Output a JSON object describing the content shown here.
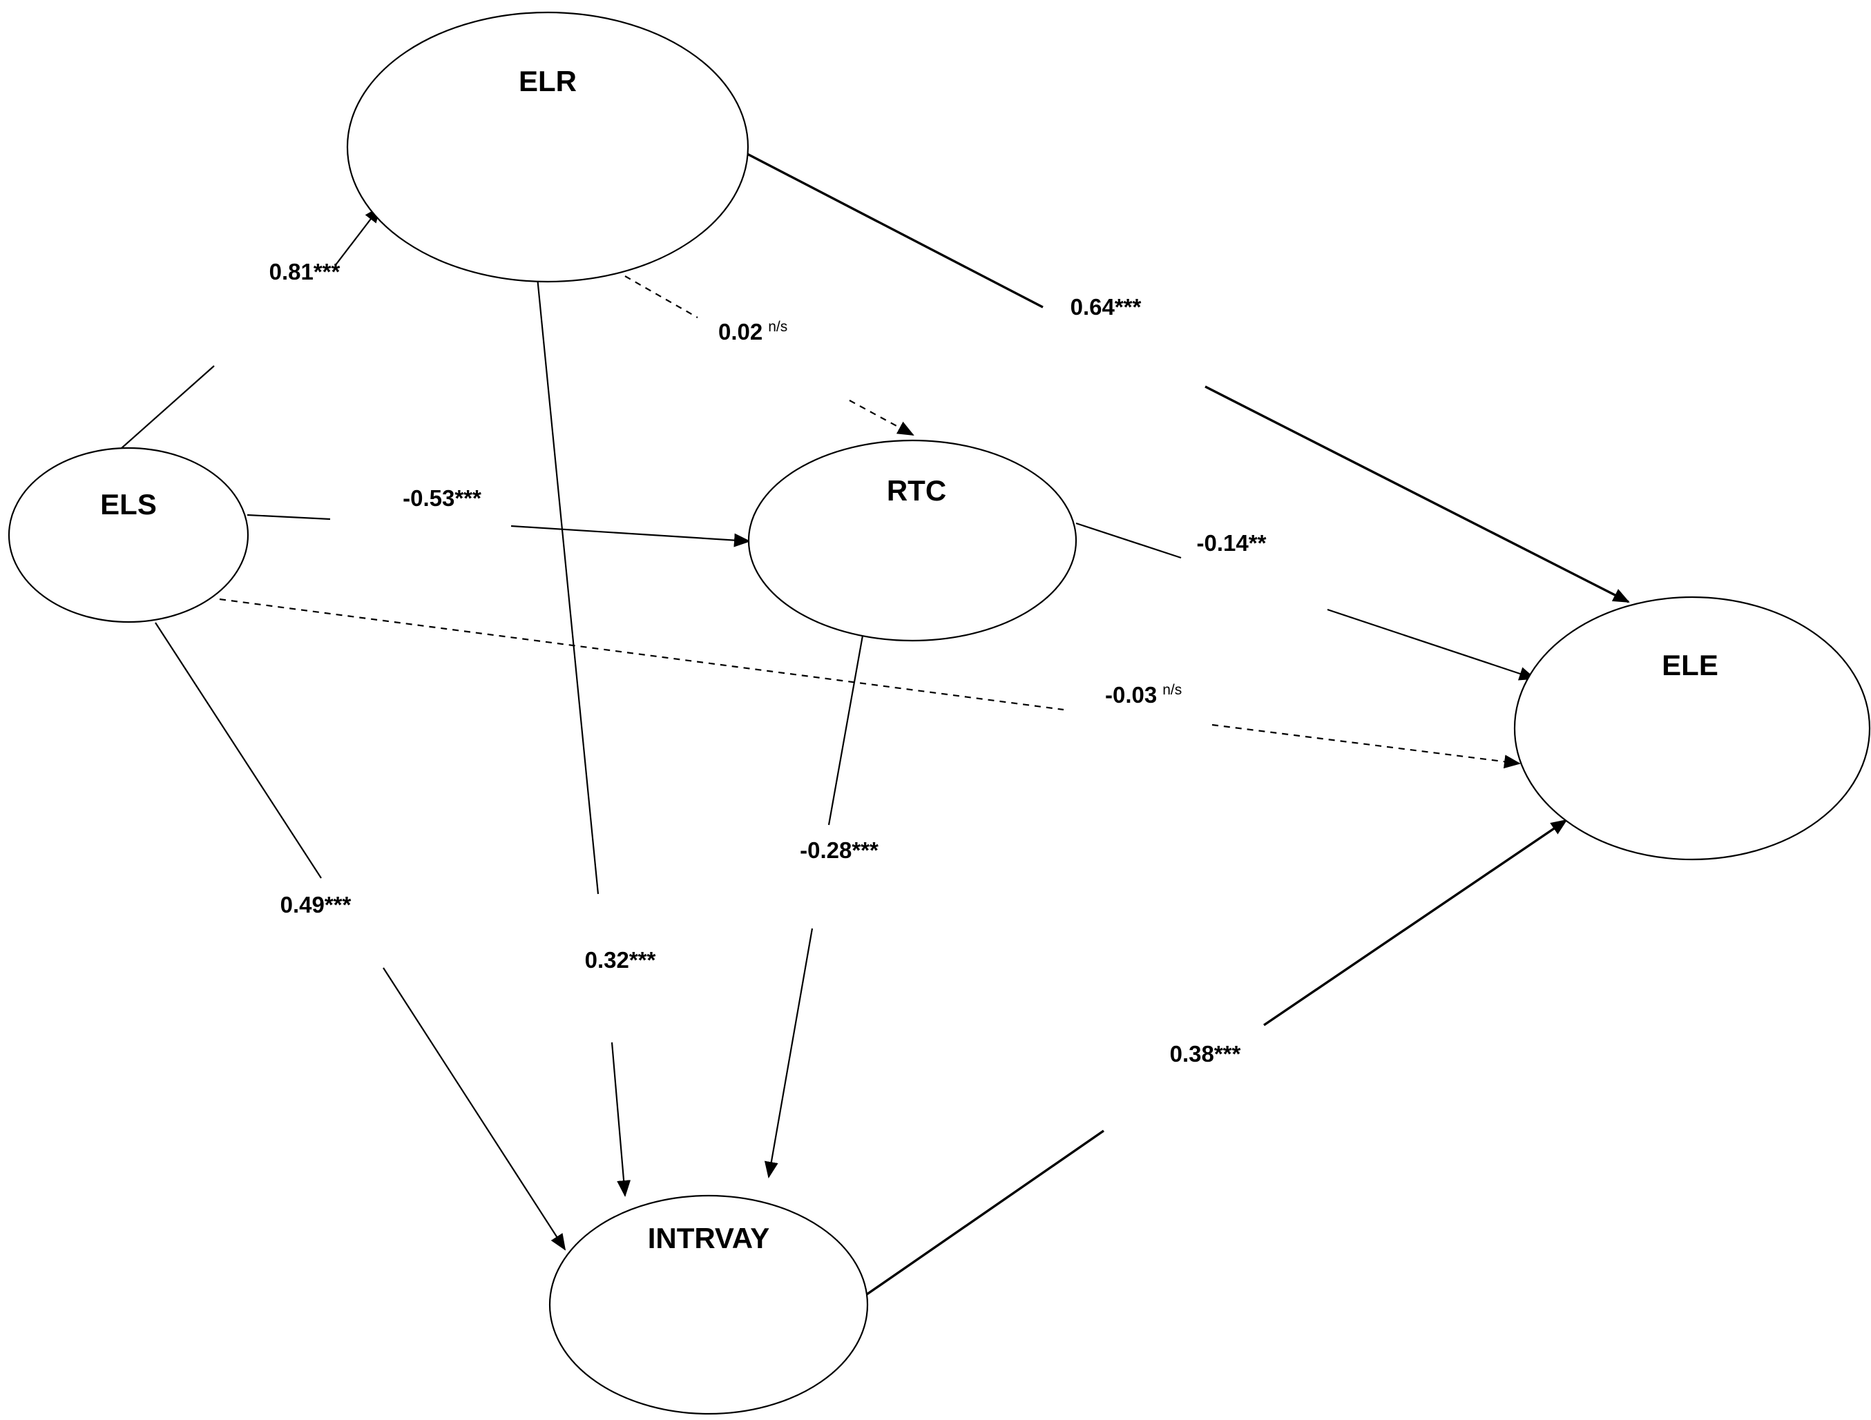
{
  "nodes": [
    {
      "id": "ELR",
      "label": "ELR"
    },
    {
      "id": "ELS",
      "label": "ELS"
    },
    {
      "id": "RTC",
      "label": "RTC"
    },
    {
      "id": "ELE",
      "label": "ELE"
    },
    {
      "id": "INTRVAY",
      "label": "INTRVAY"
    }
  ],
  "paths": [
    {
      "id": "els-elr",
      "from": "ELS",
      "to": "ELR",
      "coefficient": "0.81",
      "significance": "***",
      "style": "solid"
    },
    {
      "id": "elr-rtc",
      "from": "ELR",
      "to": "RTC",
      "coefficient": "0.02",
      "significance": "n/s",
      "style": "dashed"
    },
    {
      "id": "elr-ele",
      "from": "ELR",
      "to": "ELE",
      "coefficient": "0.64",
      "significance": "***",
      "style": "solid"
    },
    {
      "id": "els-rtc",
      "from": "ELS",
      "to": "RTC",
      "coefficient": "-0.53",
      "significance": "***",
      "style": "solid"
    },
    {
      "id": "rtc-ele",
      "from": "RTC",
      "to": "ELE",
      "coefficient": "-0.14",
      "significance": "**",
      "style": "solid"
    },
    {
      "id": "els-ele",
      "from": "ELS",
      "to": "ELE",
      "coefficient": "-0.03",
      "significance": "n/s",
      "style": "dashed"
    },
    {
      "id": "rtc-intrvay",
      "from": "RTC",
      "to": "INTRVAY",
      "coefficient": "-0.28",
      "significance": "***",
      "style": "solid"
    },
    {
      "id": "els-intrvay",
      "from": "ELS",
      "to": "INTRVAY",
      "coefficient": "0.49",
      "significance": "***",
      "style": "solid"
    },
    {
      "id": "elr-intrvay",
      "from": "ELR",
      "to": "INTRVAY",
      "coefficient": "0.32",
      "significance": "***",
      "style": "solid"
    },
    {
      "id": "intrvay-ele",
      "from": "INTRVAY",
      "to": "ELE",
      "coefficient": "0.38",
      "significance": "***",
      "style": "solid"
    }
  ]
}
